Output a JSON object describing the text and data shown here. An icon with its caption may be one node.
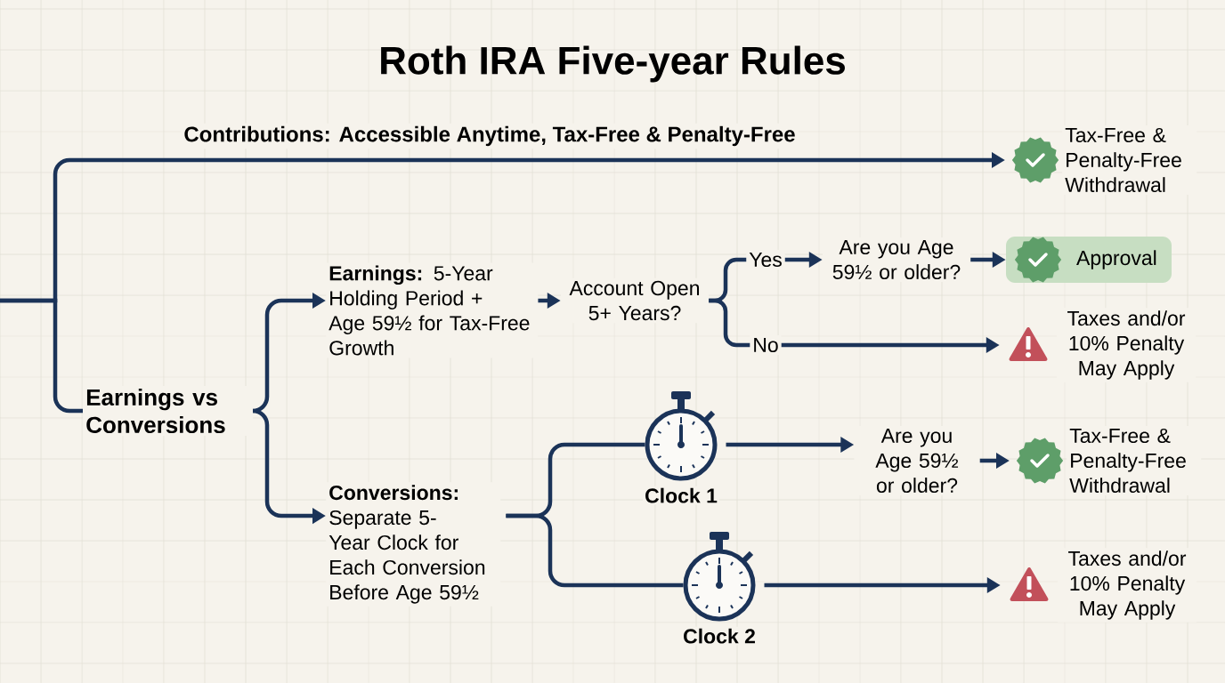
{
  "diagram": {
    "title": "Roth IRA Five-year Rules",
    "nodes": [
      {
        "text": [
          "Tax-Free & Penalty-Free Withdrawal"
        ]
      },
      {
        "text": [
          "Earnings vs Conversions"
        ]
      },
      {
        "text": [
          "**Earnings:** 5-Year Holding Period + Age 59½ for Tax-Free Growth"
        ]
      },
      {
        "text": [
          "Account Open 5+ Years?"
        ]
      },
      {
        "text": [
          "Are you Age 59½ or older?"
        ]
      },
      {
        "text": [
          "Approval"
        ]
      },
      {
        "text": [
          "Taxes and/or 10% Penalty May Apply"
        ]
      },
      {
        "text": [
          "**Conversions:** Separate 5-Year Clock for Each Conversion Before Age 59½"
        ]
      },
      {
        "text": [
          "Clock 1"
        ]
      },
      {
        "text": [
          "Clock 2"
        ]
      },
      {
        "text": [
          "Are you Age 59½ or older?"
        ]
      },
      {
        "text": [
          "Tax-Free & Penalty-Free Withdrawal"
        ]
      },
      {
        "text": [
          "Taxes and/or 10% Penalty May Apply"
        ]
      }
    ],
    "edges": [
      {
        "from": null,
        "to": 0,
        "arrow": "to",
        "label": "Contributions: Accessible Anytime, Tax-Free & Penalty-Free"
      },
      {
        "from": null,
        "to": 1,
        "arrow": "none"
      },
      {
        "from": 1,
        "to": 2,
        "arrow": "to"
      },
      {
        "from": 1,
        "to": 7,
        "arrow": "to"
      },
      {
        "from": 2,
        "to": 3,
        "arrow": "to"
      },
      {
        "from": 3,
        "to": 4,
        "arrow": "to",
        "label": "Yes"
      },
      {
        "from": 3,
        "to": 6,
        "arrow": "to",
        "label": "No"
      },
      {
        "from": 4,
        "to": 5,
        "arrow": "to"
      },
      {
        "from": 7,
        "to": 8,
        "arrow": "none"
      },
      {
        "from": 7,
        "to": 9,
        "arrow": "none"
      },
      {
        "from": 8,
        "to": 10,
        "arrow": "to"
      },
      {
        "from": 10,
        "to": 11,
        "arrow": "to"
      },
      {
        "from": 9,
        "to": 12,
        "arrow": "to"
      }
    ]
  }
}
